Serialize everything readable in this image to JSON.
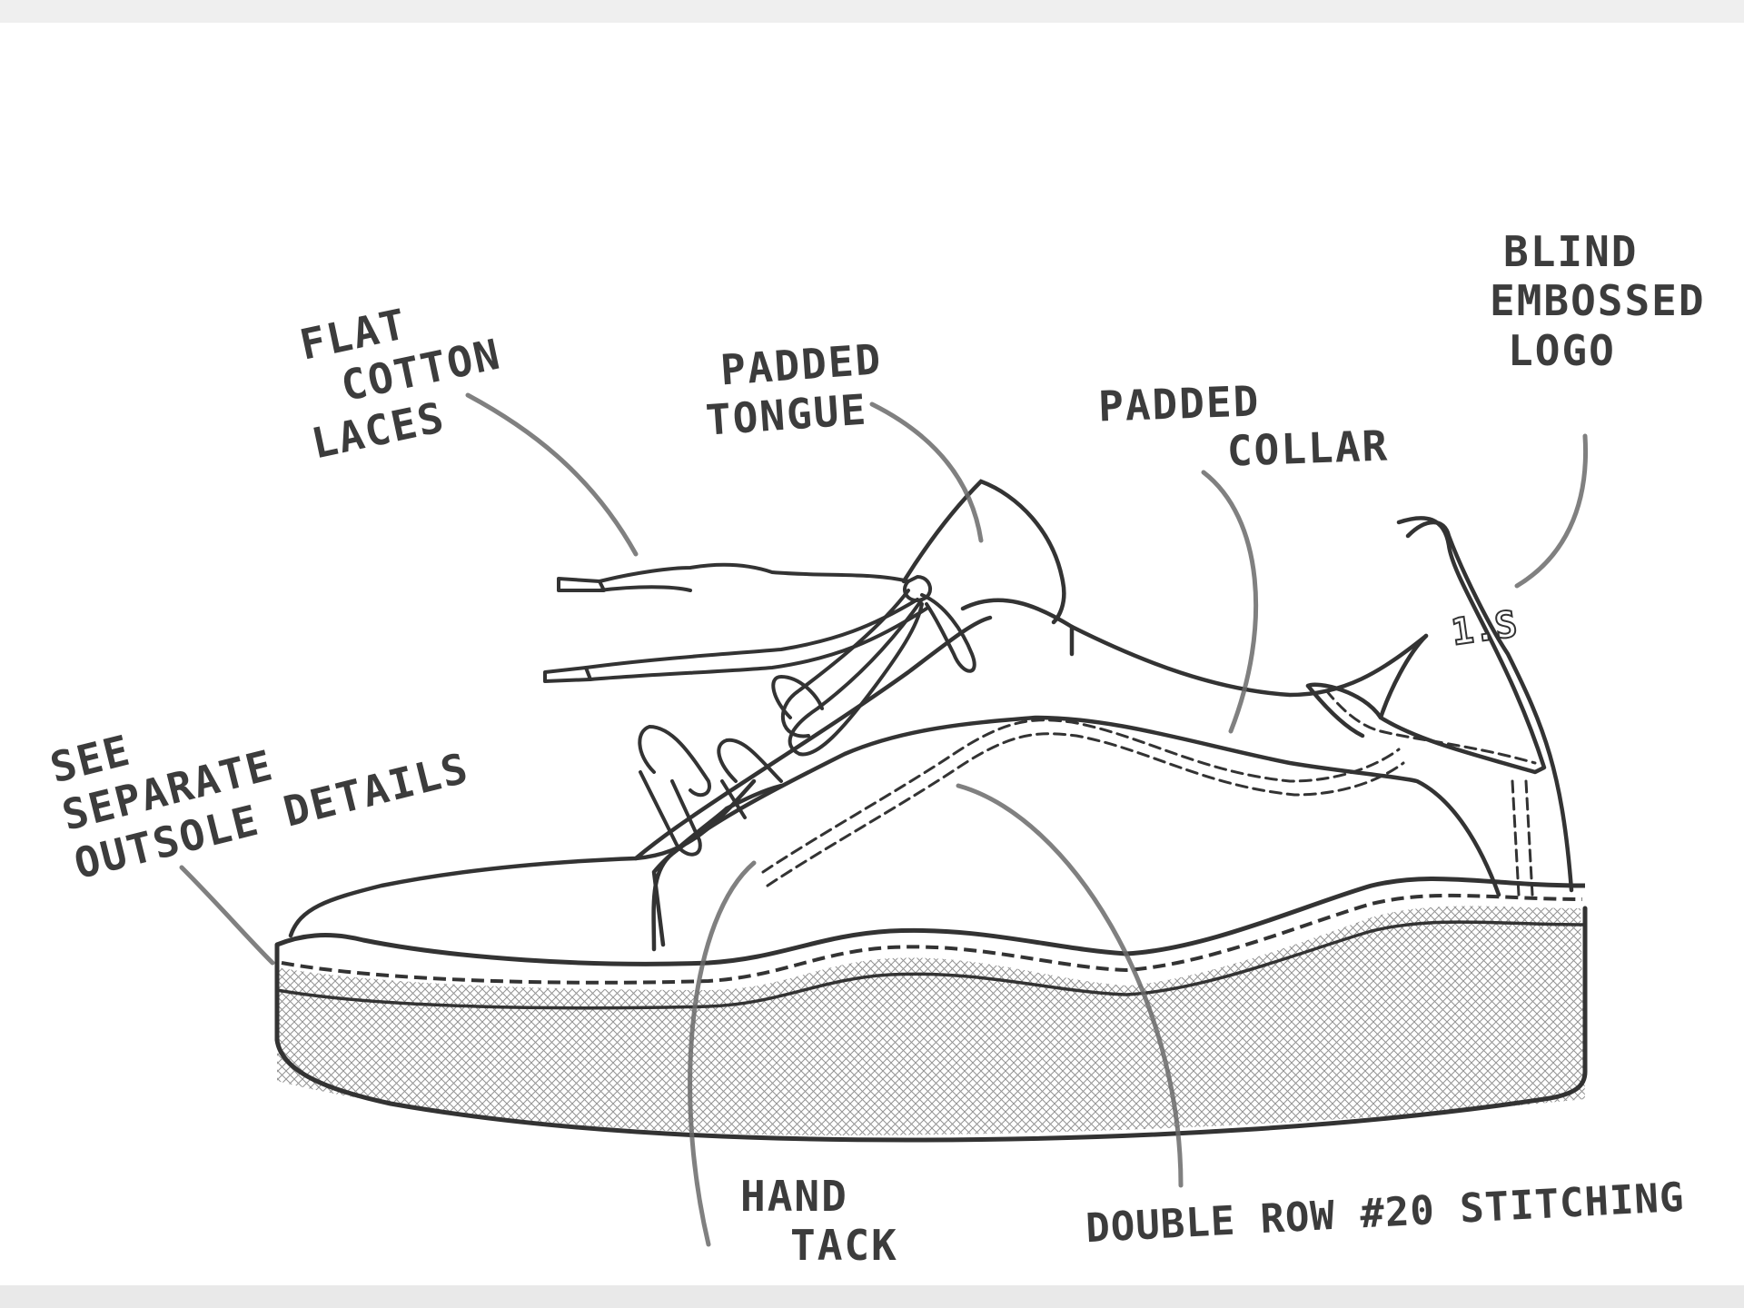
{
  "callouts": {
    "laces": [
      "FLAT",
      "COTTON",
      "LACES"
    ],
    "tongue": [
      "PADDED",
      "TONGUE"
    ],
    "collar": [
      "PADDED",
      "COLLAR"
    ],
    "logo": [
      "BLIND",
      "EMBOSSED",
      "LOGO"
    ],
    "outsole": [
      "SEE",
      "SEPARATE",
      "OUTSOLE DETAILS"
    ],
    "tack": [
      "HAND",
      "TACK"
    ],
    "stitching": "DOUBLE ROW #20 STITCHING"
  },
  "heel_logo_text": "1.S",
  "colors": {
    "ink": "#333333",
    "pencil": "#5a5a5a",
    "paper": "#ffffff",
    "background": "#efefef"
  }
}
